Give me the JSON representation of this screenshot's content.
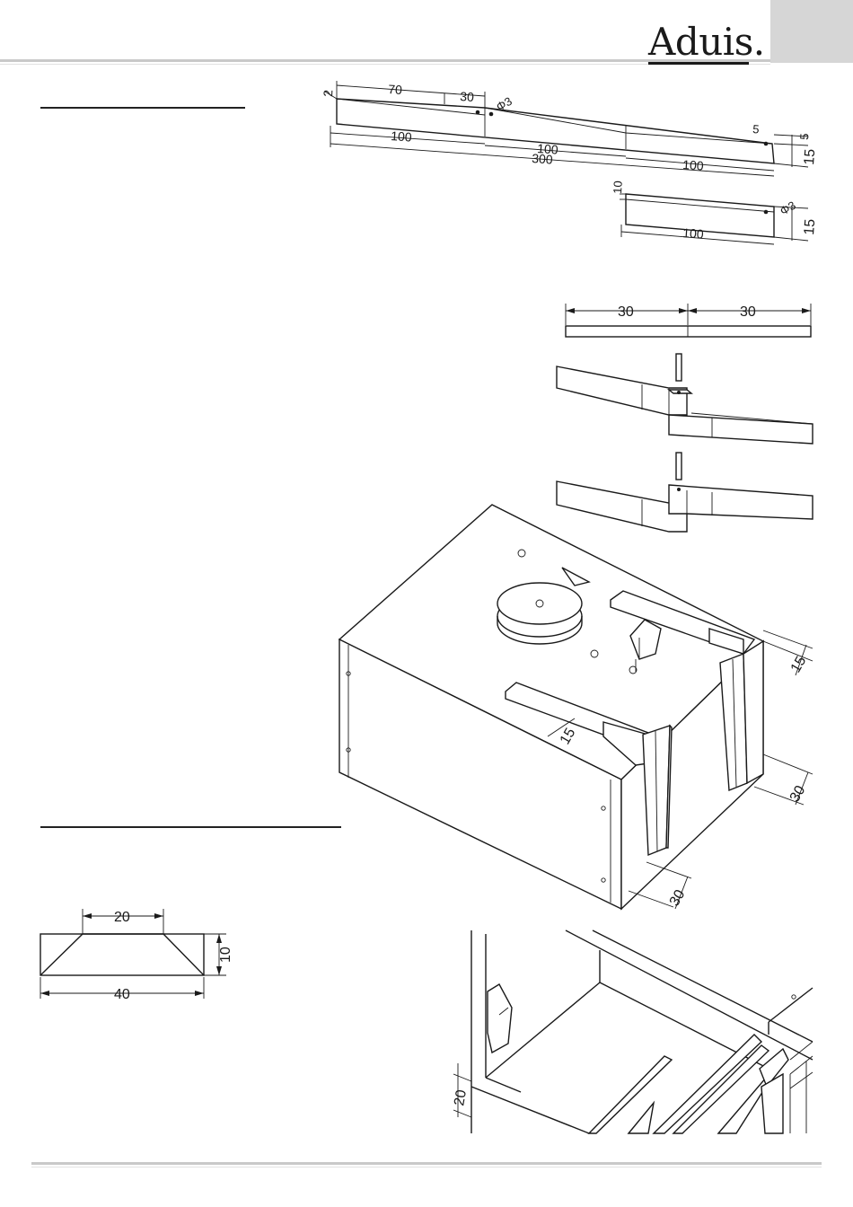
{
  "brand": {
    "logo_text": "Aduis."
  },
  "part_a": {
    "dims": {
      "d1": "2",
      "d2": "70",
      "d3": "30",
      "d4": "Φ3",
      "d5": "100",
      "d6": "100",
      "d7": "300",
      "d8": "100",
      "d9": "5",
      "d10": "5",
      "d11": "15"
    }
  },
  "part_b": {
    "dims": {
      "d1": "10",
      "d2": "Φ3",
      "d3": "15",
      "d4": "100"
    }
  },
  "rod": {
    "dims": {
      "left": "30",
      "right": "30"
    }
  },
  "assembly": {
    "dims": {
      "d1": "15",
      "d2": "15",
      "d3": "30",
      "d4": "30"
    }
  },
  "profile": {
    "dims": {
      "top": "20",
      "height": "10",
      "bottom": "40"
    }
  },
  "detail": {
    "dims": {
      "d1": "20"
    }
  }
}
